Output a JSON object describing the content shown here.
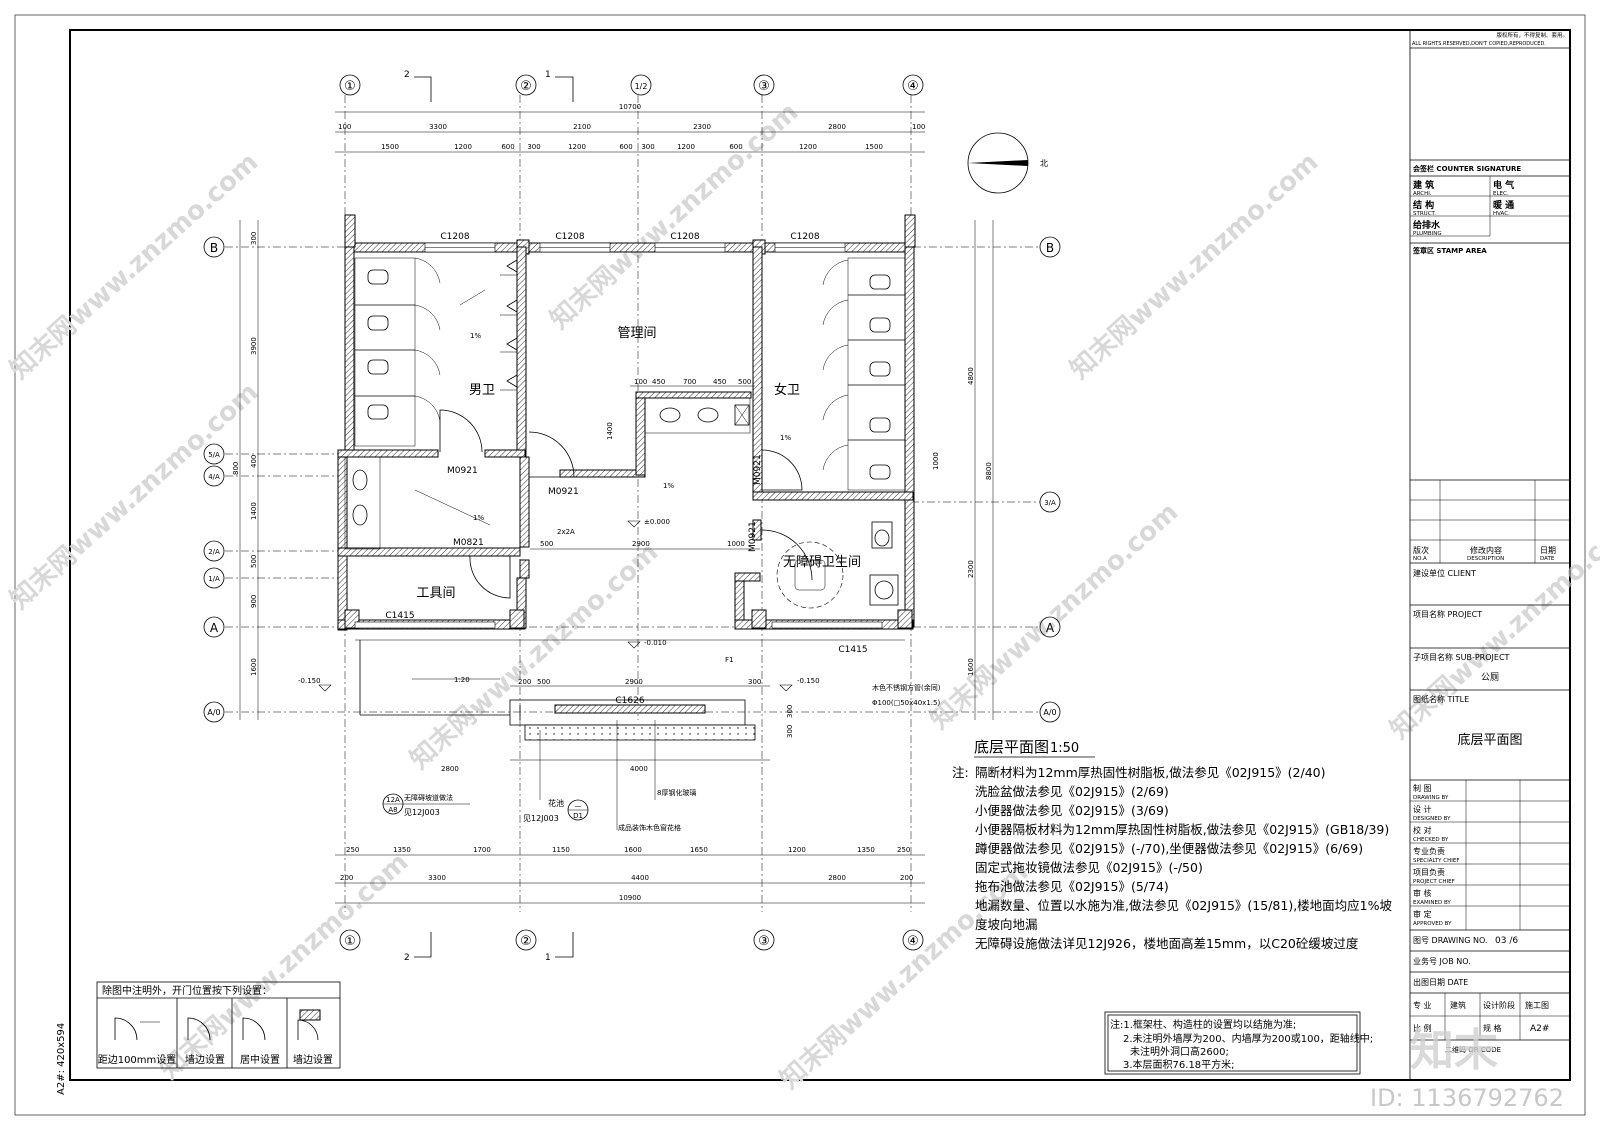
{
  "copyright_cn": "版权所有，不得复制、套用。",
  "copyright_en": "ALL RIGHTS RESERVED,DON'T COPIED,REPRODUCED.",
  "sheet_size": "A2#: 420x594",
  "grid": {
    "columns_top": [
      "①",
      "②",
      "1/2",
      "③",
      "④"
    ],
    "columns_bottom": [
      "①",
      "②",
      "③",
      "④"
    ],
    "rows": [
      "B",
      "5/A",
      "4/A",
      "2/A",
      "1/A",
      "A",
      "A/0"
    ],
    "row_right_extra": "3/A",
    "section_marks": [
      "2",
      "1"
    ]
  },
  "dims_top": {
    "total": "10700",
    "segments": [
      "100",
      "3300",
      "2100",
      "2300",
      "2800",
      "100"
    ],
    "details": [
      "1500",
      "1200",
      "600",
      "300",
      "1200",
      "600",
      "300",
      "1200",
      "600",
      "1200",
      "1500"
    ]
  },
  "dims_bottom": {
    "total": "10900",
    "segments": [
      "200",
      "3300",
      "4400",
      "2800",
      "200"
    ],
    "details": [
      "250",
      "1350",
      "1700",
      "1150",
      "1600",
      "1650",
      "1200",
      "1350",
      "250"
    ],
    "lower": [
      "2800",
      "4000"
    ]
  },
  "dims_left": [
    "300",
    "3900",
    "800",
    "400",
    "1400",
    "500",
    "900",
    "1600"
  ],
  "dims_right": [
    "4800",
    "8800",
    "1000",
    "2300",
    "1600"
  ],
  "rooms": {
    "men": "男卫",
    "management": "管理间",
    "women": "女卫",
    "tools": "工具间",
    "accessible": "无障碍卫生间"
  },
  "windows": [
    "C1208",
    "C1208",
    "C1208",
    "C1208",
    "C1415",
    "C1415",
    "C1626"
  ],
  "doors": [
    "M0921",
    "M0921",
    "M0921",
    "M0821"
  ],
  "elevations": [
    "±0.000",
    "-0.010",
    "-0.150",
    "-0.150"
  ],
  "slopes": [
    "1%",
    "1%",
    "1%",
    "1%",
    "1:20",
    "2x2A"
  ],
  "misc_dims": [
    "100",
    "450",
    "700",
    "450",
    "500",
    "1400",
    "500",
    "2900",
    "1000",
    "500",
    "2900",
    "300",
    "200",
    "300",
    "300",
    "F1"
  ],
  "plan_title": "底层平面图",
  "plan_scale": "1:50",
  "notes_prefix": "注:",
  "notes": [
    "隔断材料为12mm厚热固性树脂板,做法参见《02J915》(2/40)",
    "洗脸盆做法参见《02J915》(2/69)",
    "小便器做法参见《02J915》(3/69)",
    "小便器隔板材料为12mm厚热固性树脂板,做法参见《02J915》(GB18/39)",
    "蹲便器做法参见《02J915》(-/70),坐便器做法参见《02J915》(6/69)",
    "固定式拖妆镜做法参见《02J915》(-/50)",
    "拖布池做法参见《02J915》(5/74)",
    "地漏数量、位置以水施为准,做法参见《02J915》(15/81),楼地面均应1%坡",
    "度坡向地漏",
    "无障碍设施做法详见12J926，楼地面高差15mm，以C20砼缓坡过度"
  ],
  "callouts": {
    "ramp_label": "无障碍坡道做法",
    "ramp_ref": "12A",
    "ramp_sheet": "A8",
    "ramp_atlas": "见12J003",
    "planter_label": "花池",
    "planter_ref": "—",
    "planter_sheet": "D1",
    "planter_atlas": "见12J003",
    "glass_label": "8厚钢化玻璃",
    "flower_label": "成品装饰木色窗花格",
    "pipe_label": "木色不锈钢方管(余同)",
    "pipe_spec": "Φ100(□50x40x1.5)"
  },
  "door_legend": {
    "title": "除图中注明外，开门位置按下列设置：",
    "items": [
      "距边100mm设置",
      "墙边设置",
      "居中设置",
      "墙边设置"
    ]
  },
  "bottom_notes": [
    "注:1.框架柱、构造柱的设置均以结施为准;",
    "2.未注明外墙厚为200、内墙厚为200或100，距轴线中;",
    "未注明外洞口高2600;",
    "3.本层面积76.18平方米;"
  ],
  "title_block": {
    "counter_signature": "会签栏 COUNTER SIGNATURE",
    "disciplines": [
      {
        "cn": "建 筑",
        "en": "ARCHI."
      },
      {
        "cn": "电 气",
        "en": "ELEC."
      },
      {
        "cn": "结 构",
        "en": "STRUCT."
      },
      {
        "cn": "暖 通",
        "en": "HVAC."
      },
      {
        "cn": "给排水",
        "en": "PLUMBING"
      }
    ],
    "stamp_area": "签章区 STAMP AREA",
    "revision_headers": [
      {
        "cn": "版次",
        "en": "NO.A"
      },
      {
        "cn": "修改内容",
        "en": "DESCRIPTION"
      },
      {
        "cn": "日期",
        "en": "DATE"
      }
    ],
    "client": "建设单位 CLIENT",
    "project": "项目名称 PROJECT",
    "sub_project": "子项目名称 SUB-PROJECT",
    "sub_project_value": "公厕",
    "title_label": "图纸名称 TITLE",
    "title_value": "底层平面图",
    "signers": [
      {
        "cn": "制 图",
        "en": "DRAWING BY"
      },
      {
        "cn": "设 计",
        "en": "DESIGNED BY"
      },
      {
        "cn": "校 对",
        "en": "CHECKED BY"
      },
      {
        "cn": "专业负责",
        "en": "SPECIALTY CHIEF"
      },
      {
        "cn": "项目负责",
        "en": "PROJECT CHIEF"
      },
      {
        "cn": "审 核",
        "en": "EXAMINED BY"
      },
      {
        "cn": "审 定",
        "en": "APPROVED BY"
      }
    ],
    "drawing_no_label": "图号 DRAWING NO.",
    "drawing_no": "03 /6",
    "job_no_label": "业务号 JOB NO.",
    "date_label": "出图日期 DATE",
    "discipline_label": "专 业",
    "discipline_value": "建筑",
    "stage_label": "设计阶段",
    "stage_value": "施工图",
    "scale_label": "比 例",
    "format_label": "规 格",
    "format_value": "A2#",
    "code_label": "二维码 QR CODE"
  },
  "watermarks": [
    "知末网www.znzmo.com",
    "知末",
    "ID: 1136792762"
  ]
}
